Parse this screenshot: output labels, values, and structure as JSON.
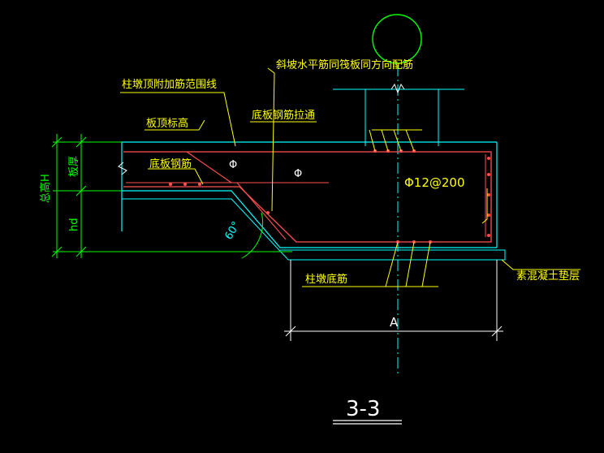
{
  "drawing": {
    "title": "3-3",
    "labels": {
      "column_pier_top_range": "柱墩顶附加筋范围线",
      "slope_horizontal_bar": "斜坡水平筋同筏板同方向配筋",
      "slab_top_elevation": "板顶标高",
      "slab_bottom_bar_pull_through": "底板钢筋拉通",
      "slab_bottom_bar": "底板钢筋",
      "rebar_spec": "Φ12@200",
      "column_pier_bottom_bar": "柱墩底筋",
      "plain_concrete_cushion": "素混凝土垫层",
      "total_height": "总高H",
      "slab_thickness": "板厚",
      "pier_height": "hd",
      "angle": "60°",
      "dimension_a": "A",
      "diameter_symbol_1": "Φ",
      "diameter_symbol_2": "Φ"
    },
    "colors": {
      "background": "#000000",
      "outline": "#00ffff",
      "rebar": "#ff5050",
      "leader": "#ffff00",
      "text": "#ffff00",
      "dimension": "#00ff00",
      "white": "#ffffff",
      "cyan_text": "#00ffff"
    }
  }
}
